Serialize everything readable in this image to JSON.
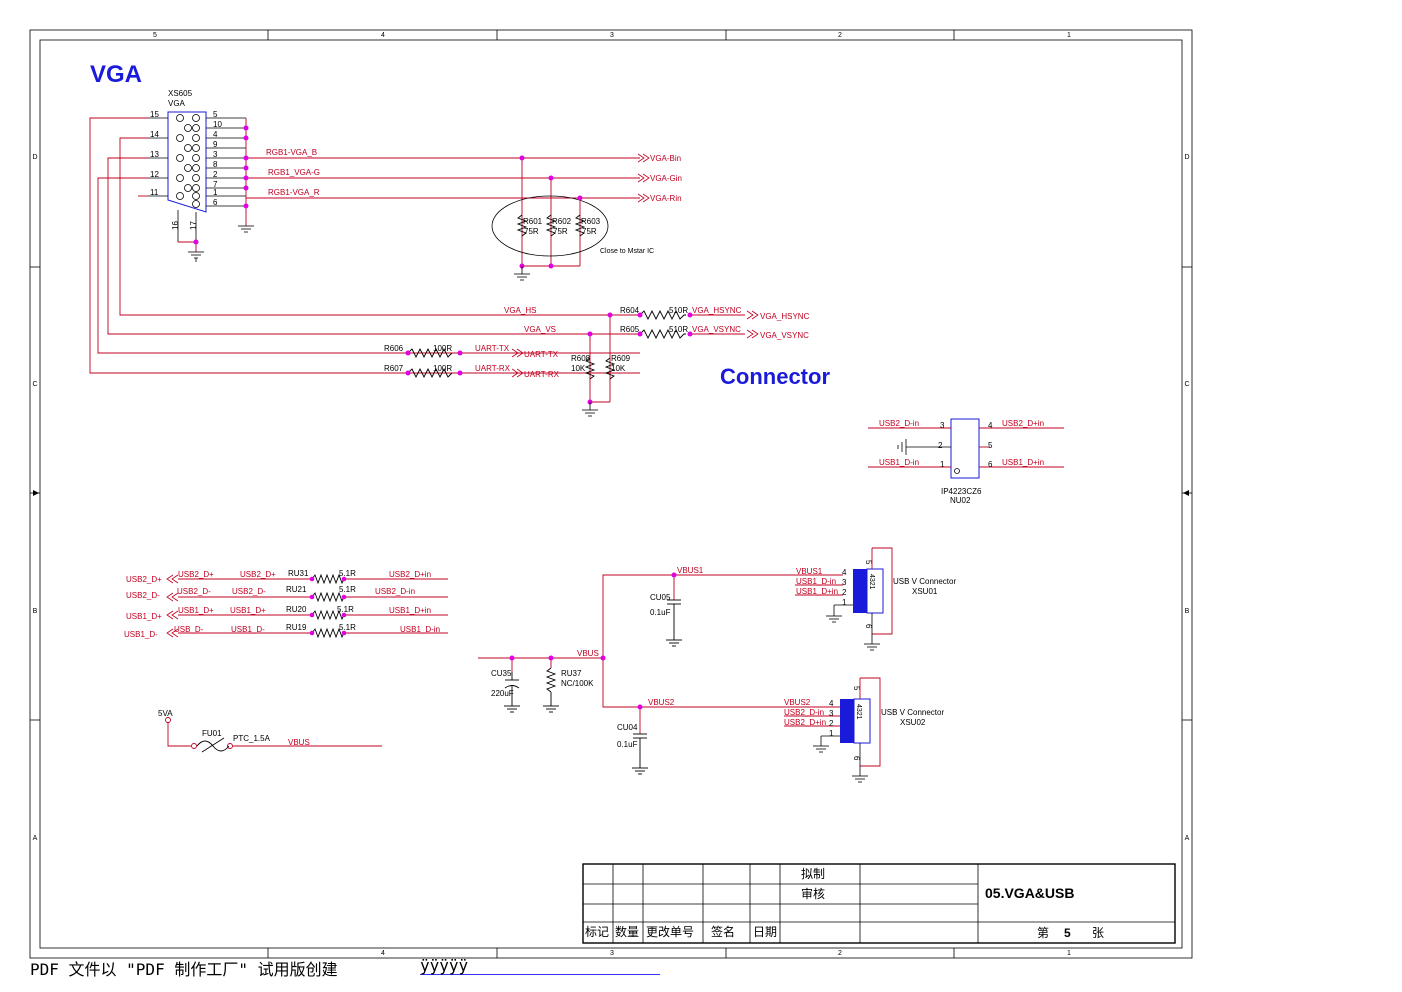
{
  "frame": {
    "top_cols": [
      "5",
      "4",
      "3",
      "2",
      "1"
    ],
    "bottom_cols": [
      "3",
      "2",
      "1"
    ],
    "bottom_col_4": "4",
    "rows": [
      "D",
      "C",
      "B",
      "A"
    ]
  },
  "titles": {
    "vga": "VGA",
    "connector": "Connector"
  },
  "vga_connector": {
    "ref": "XS605",
    "name": "VGA",
    "left_pins": [
      "15",
      "14",
      "13",
      "12",
      "11"
    ],
    "right_pins": [
      "5",
      "10",
      "4",
      "9",
      "3",
      "8",
      "2",
      "7",
      "1",
      "6"
    ],
    "bottom_pins": [
      "16",
      "17"
    ]
  },
  "nets": {
    "rgb_b": "RGB1-VGA_B",
    "rgb_g": "RGB1_VGA-G",
    "rgb_r": "RGB1-VGA_R",
    "vga_bin": "VGA-Bin",
    "vga_gin": "VGA-Gin",
    "vga_rin": "VGA-Rin",
    "vga_hs": "VGA_HS",
    "vga_vs": "VGA_VS",
    "vga_hsync_local": "VGA_HSYNC",
    "vga_vsync_local": "VGA_VSYNC",
    "vga_hsync_port": "VGA_HSYNC",
    "vga_vsync_port": "VGA_VSYNC",
    "uart_tx_local": "UART-TX",
    "uart_rx_local": "UART-RX",
    "uart_tx_port": "UART-TX",
    "uart_rx_port": "UART-RX"
  },
  "note_close": "Close to Mstar IC",
  "resistors": {
    "r601": "R601",
    "r601_v": "75R",
    "r602": "R602",
    "r602_v": "75R",
    "r603": "R603",
    "r603_v": "75R",
    "r604": "R604",
    "r604_v": "510R",
    "r605": "R605",
    "r605_v": "510R",
    "r606": "R606",
    "r606_v": "100R",
    "r607": "R607",
    "r607_v": "100R",
    "r608": "R608",
    "r608_v": "10K",
    "r609": "R609",
    "r609_v": "10K"
  },
  "tvs": {
    "part": "IP4223CZ6",
    "ref": "NU02",
    "pins": [
      "3",
      "2",
      "1",
      "4",
      "5",
      "6"
    ],
    "net_usb2_dm": "USB2_D-in",
    "net_usb1_dm": "USB1_D-in",
    "net_usb2_dp": "USB2_D+in",
    "net_usb1_dp": "USB1_D+in"
  },
  "usb_series": {
    "rows": [
      {
        "port": "USB2_D+",
        "left": "USB2_D+",
        "mid": "USB2_D+",
        "ref": "RU31",
        "val": "5.1R",
        "right": "USB2_D+in"
      },
      {
        "port": "USB2_D-",
        "left": "USB2_D-",
        "mid": "USB2_D-",
        "ref": "RU21",
        "val": "5.1R",
        "right": "USB2_D-in"
      },
      {
        "port": "USB1_D+",
        "left": "USB1_D+",
        "mid": "USB1_D+",
        "ref": "RU20",
        "val": "5.1R",
        "right": "USB1_D+in"
      },
      {
        "port": "USB1_D-",
        "left": "USB_D-",
        "mid": "USB1_D-",
        "ref": "RU19",
        "val": "5.1R",
        "right": "USB1_D-in"
      }
    ]
  },
  "power": {
    "fuse_in": "5VA",
    "fuse_ref": "FU01",
    "fuse_val": "PTC_1.5A",
    "fuse_out": "VBUS",
    "vbus": "VBUS",
    "vbus1": "VBUS1",
    "vbus2": "VBUS2",
    "cu35": "CU35",
    "cu35_v": "220uF",
    "ru37": "RU37",
    "ru37_v": "NC/100K",
    "cu05": "CU05",
    "cu05_v": "0.1uF",
    "cu04": "CU04",
    "cu04_v": "0.1uF"
  },
  "usb_conn1": {
    "name": "USB V Connector",
    "ref": "XSU01",
    "net_vbus": "VBUS1",
    "net_dm": "USB1_D-in",
    "net_dp": "USB1_D+in",
    "pins": [
      "5",
      "4",
      "3",
      "2",
      "1",
      "6"
    ],
    "inner": "4321"
  },
  "usb_conn2": {
    "name": "USB V Connector",
    "ref": "XSU02",
    "net_vbus": "VBUS2",
    "net_dm": "USB2_D-in",
    "net_dp": "USB2_D+in",
    "pins": [
      "5",
      "4",
      "3",
      "2",
      "1",
      "6"
    ],
    "inner": "4321"
  },
  "title_block": {
    "drafted": "拟制",
    "reviewed": "审核",
    "title": "05.VGA&USB",
    "sheet_prefix": "第",
    "sheet_no": "5",
    "sheet_suffix": "张",
    "headers": [
      "标记",
      "数量",
      "更改单号",
      "签名",
      "日期"
    ]
  },
  "footer": {
    "watermark": "PDF 文件以 \"PDF 制作工厂\" 试用版创建",
    "link": "ÿÿÿÿÿ"
  }
}
